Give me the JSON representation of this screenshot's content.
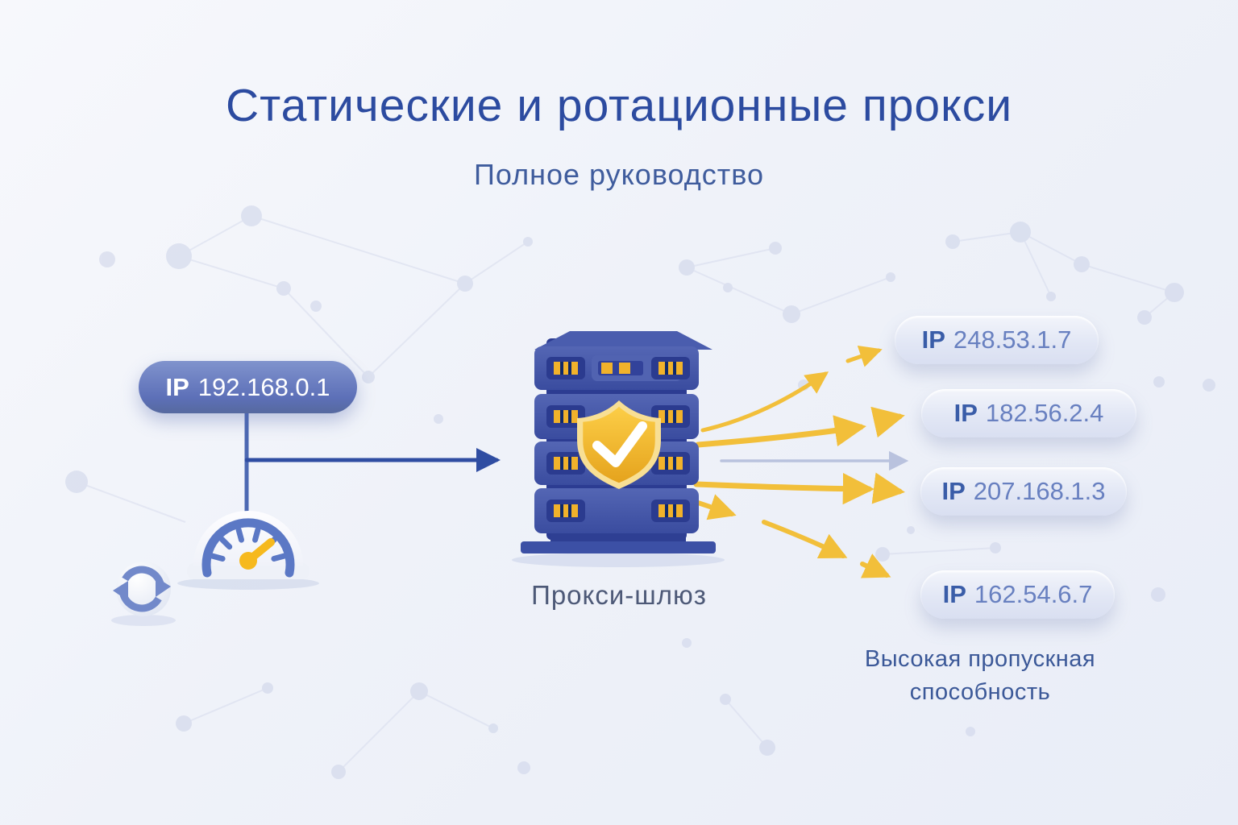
{
  "title": "Статические и ротационные прокси",
  "subtitle": "Полное руководство",
  "source_ip": {
    "label": "IP",
    "value": "192.168.0.1"
  },
  "gateway_label": "Прокси-шлюз",
  "output_ips": [
    {
      "label": "IP",
      "value": "248.53.1.7"
    },
    {
      "label": "IP",
      "value": "182.56.2.4"
    },
    {
      "label": "IP",
      "value": "207.168.1.3"
    },
    {
      "label": "IP",
      "value": "162.54.6.7"
    }
  ],
  "caption": {
    "line1": "Высокая пропускная",
    "line2": "способность"
  },
  "icons": {
    "gateway": "server-shield-icon",
    "speed": "speedometer-icon",
    "rotation": "sync-rotation-icon"
  },
  "colors": {
    "accent_blue": "#2c4ba0",
    "badge_blue": "#5d70b8",
    "pill_bg": "#e2e7f5",
    "arrow_yellow": "#f2bf3a",
    "server_blue": "#41529f",
    "shield_gold": "#f5b91e"
  }
}
